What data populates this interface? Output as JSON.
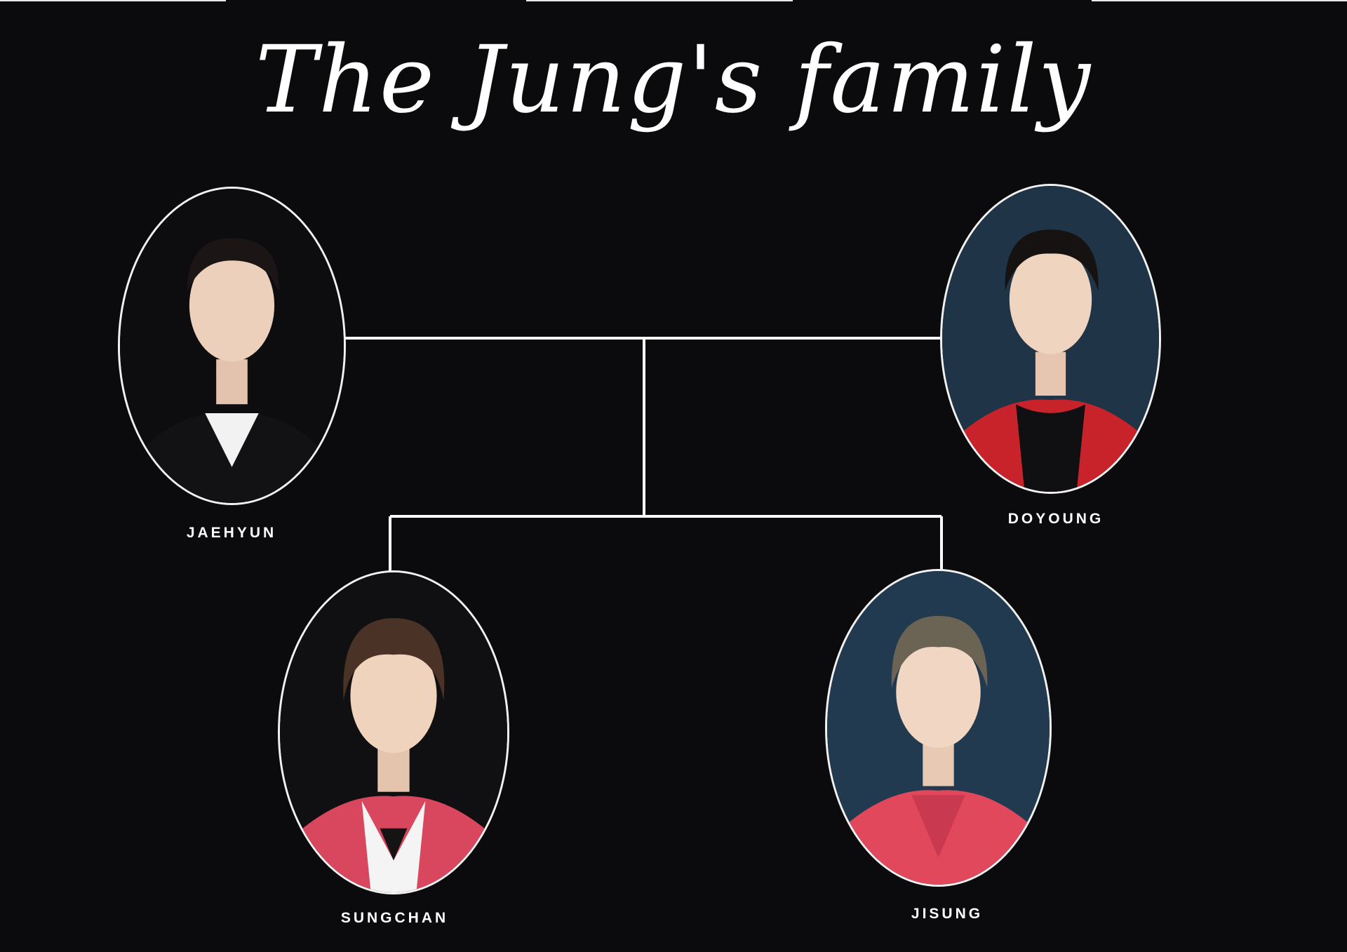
{
  "title": "The Jung's family",
  "colors": {
    "background": "#0b0b0d",
    "lines": "#ffffff",
    "text": "#ffffff"
  },
  "members": {
    "jaehyun": {
      "name": "JAEHYUN",
      "photo_bg": "#0d0d10",
      "outfit": "#121214",
      "accent": "#f2f2f2"
    },
    "doyoung": {
      "name": "DOYOUNG",
      "photo_bg": "#1f3447",
      "outfit": "#c8232b",
      "accent": "#101012"
    },
    "sungchan": {
      "name": "SUNGCHAN",
      "photo_bg": "#101012",
      "outfit": "#d8475d",
      "accent": "#f4f4f4"
    },
    "jisung": {
      "name": "JISUNG",
      "photo_bg": "#223a4f",
      "outfit": "#e2485c",
      "accent": "#e2485c"
    }
  }
}
